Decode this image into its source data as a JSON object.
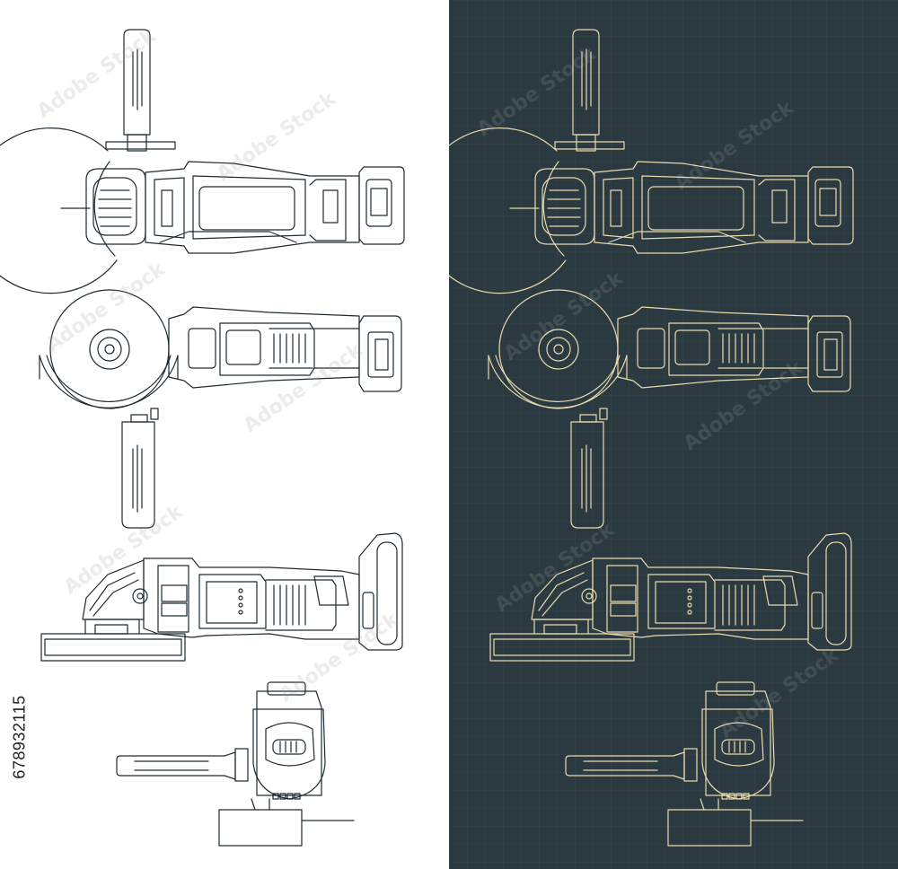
{
  "stock_id": "678932115",
  "watermark_text": "Adobe Stock",
  "colors": {
    "light_bg": "#ffffff",
    "light_line": "#1f2a30",
    "dark_bg": "#2b3940",
    "dark_line": "#e9dcae",
    "grid": "#34444c"
  },
  "views": [
    "top-view",
    "bottom-view",
    "side-view",
    "front-view"
  ]
}
